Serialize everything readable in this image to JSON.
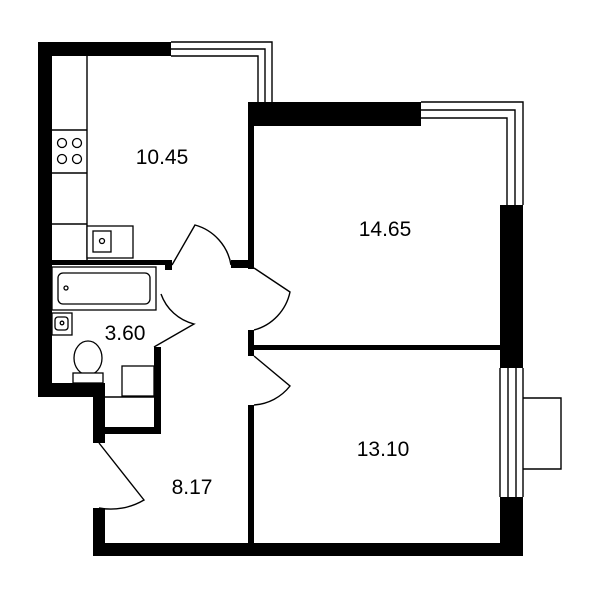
{
  "colors": {
    "wall": "#000000",
    "background": "#ffffff"
  },
  "rooms": [
    {
      "id": "kitchen",
      "area": "10.45"
    },
    {
      "id": "bedroom-top",
      "area": "14.65"
    },
    {
      "id": "bathroom",
      "area": "3.60"
    },
    {
      "id": "bedroom-bottom",
      "area": "13.10"
    },
    {
      "id": "hallway",
      "area": "8.17"
    }
  ]
}
